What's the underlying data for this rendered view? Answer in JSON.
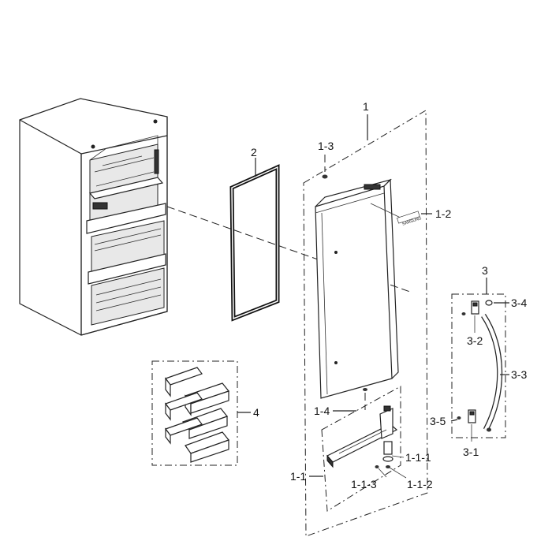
{
  "callouts": {
    "door_assembly": "1",
    "gasket": "2",
    "handle_assembly": "3",
    "guard_set": "4",
    "cap_top": "1-3",
    "logo_badge": "1-2",
    "hinge_pin_hole": "1-4",
    "hinge_assembly": "1-1",
    "hinge_part_1": "1-1-1",
    "hinge_part_2": "1-1-2",
    "hinge_part_3": "1-1-3",
    "handle_cap_top": "3-4",
    "handle_bracket_top": "3-2",
    "handle_bar": "3-3",
    "handle_screw": "3-5",
    "handle_bracket_bottom": "3-1"
  },
  "badge_text": "SAMSUNG"
}
